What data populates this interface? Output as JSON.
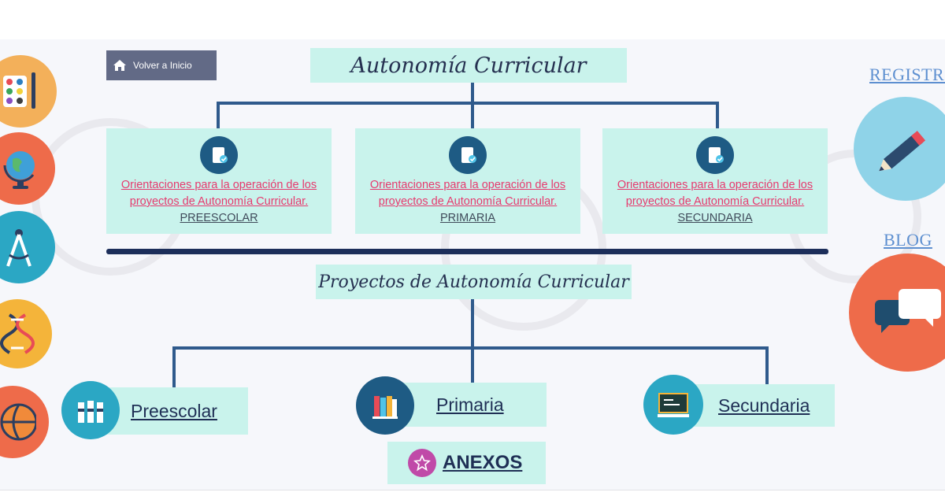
{
  "nav": {
    "home_label": "Volver a Inicio"
  },
  "header": {
    "title": "Autonomía Curricular"
  },
  "cards": [
    {
      "link_text": "Orientaciones para la operación de los proyectos de Autonomía Curricular.",
      "level": "PREESCOLAR"
    },
    {
      "link_text": "Orientaciones para la operación de los proyectos de Autonomía Curricular.",
      "level": "PRIMARIA"
    },
    {
      "link_text": "Orientaciones para la operación de los proyectos de Autonomía Curricular.",
      "level": "SECUNDARIA"
    }
  ],
  "projects": {
    "title": "Proyectos de Autonomía Curricular",
    "levels": [
      {
        "label": "Preescolar"
      },
      {
        "label": "Primaria"
      },
      {
        "label": "Secundaria"
      }
    ],
    "annex_label": "ANEXOS"
  },
  "side": {
    "registro": "REGISTRO",
    "blog": "BLOG"
  },
  "colors": {
    "mint": "#c9f3ec",
    "navy": "#1c2e5a",
    "link_pink": "#e63a6e",
    "side_blue": "#5d8fd0",
    "home_button": "#626a86"
  }
}
